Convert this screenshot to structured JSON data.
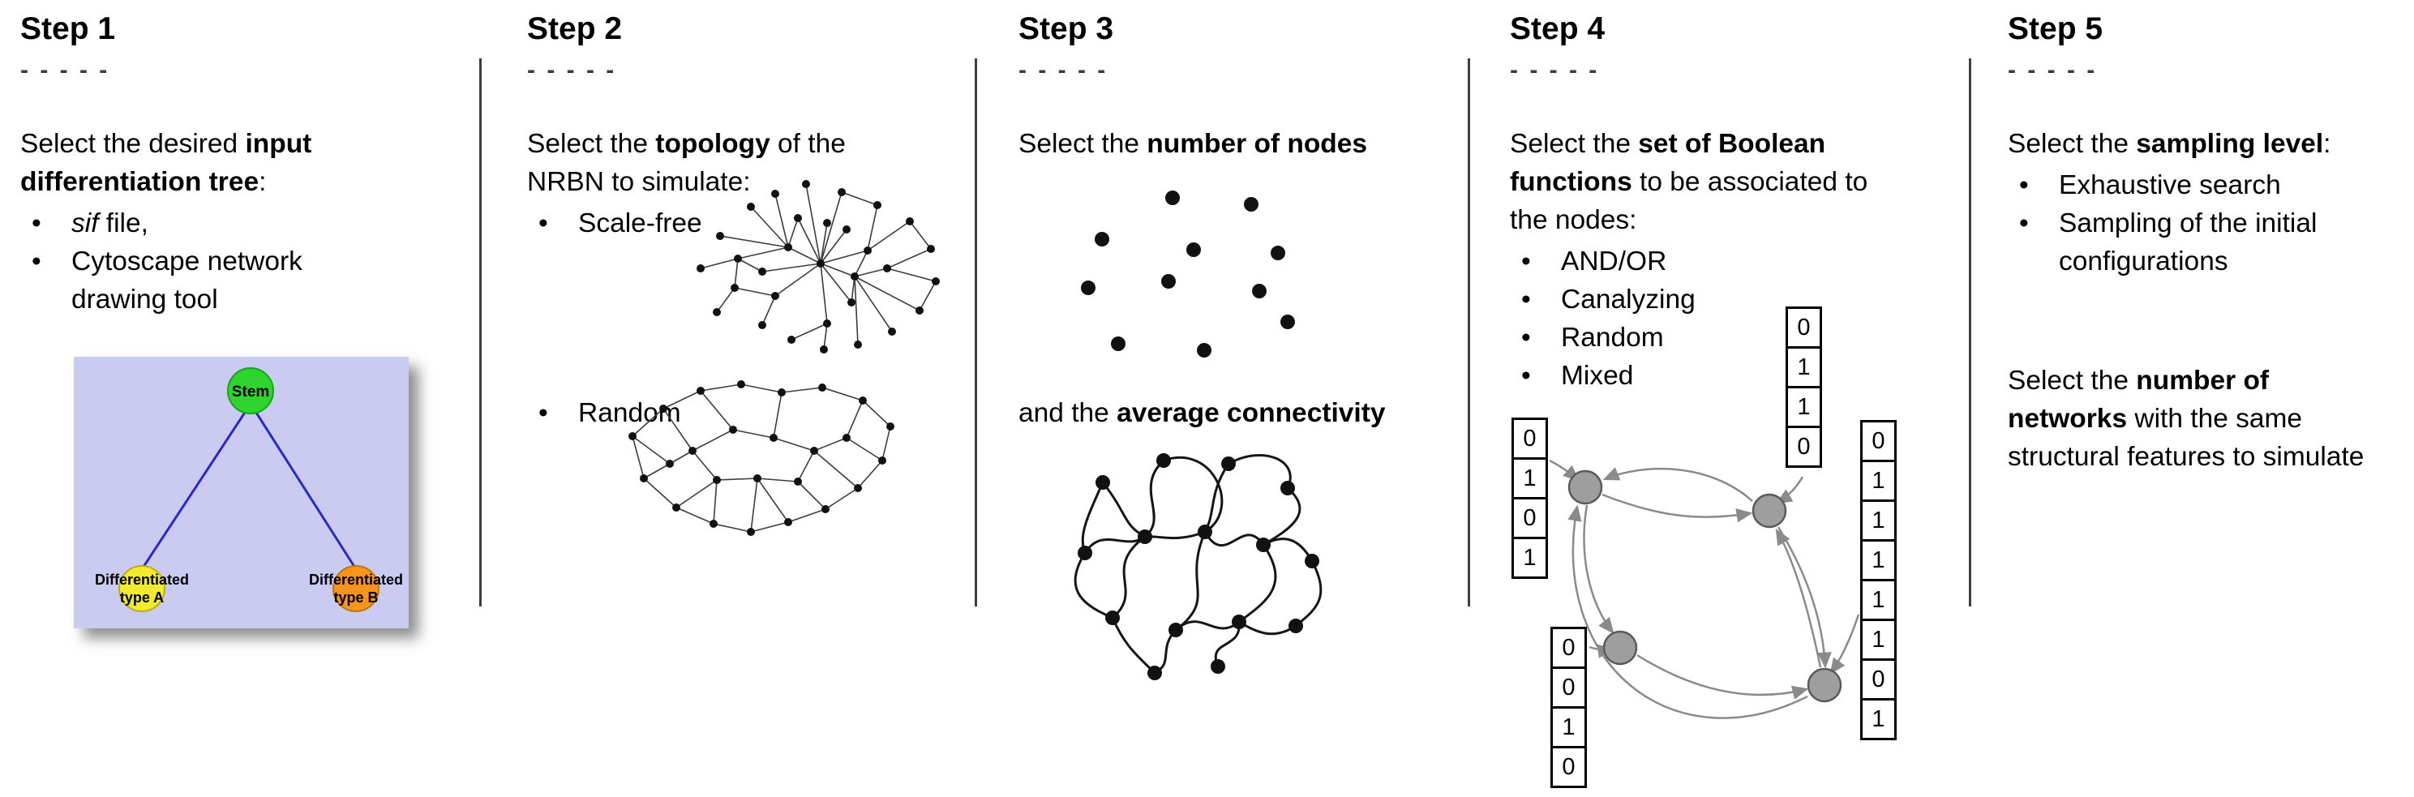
{
  "figure": {
    "steps": [
      {
        "title": "Step 1",
        "dashes": "- - - - -",
        "intro": [
          "Select the desired ",
          "input",
          "differentiation tree",
          ":"
        ],
        "bullet1": [
          "sif",
          " file,"
        ],
        "bullet2": [
          "Cytoscape network",
          "drawing tool"
        ],
        "tree": {
          "stem": "Stem",
          "a1": "Differentiated",
          "a2": "type A",
          "b1": "Differentiated",
          "b2": "type B"
        }
      },
      {
        "title": "Step 2",
        "dashes": "- - - - -",
        "intro": [
          "Select the ",
          "topology",
          " of the",
          "NRBN to simulate:"
        ],
        "bullet1": "Scale-free",
        "bullet2": "Random"
      },
      {
        "title": "Step 3",
        "dashes": "- - - - -",
        "line1": [
          "Select the ",
          "number of nodes"
        ],
        "line2": [
          "and the ",
          "average connectivity"
        ]
      },
      {
        "title": "Step 4",
        "dashes": "- - - - -",
        "intro": [
          "Select the ",
          "set of Boolean",
          "functions",
          " to be associated to",
          "the nodes:"
        ],
        "bullets": [
          "AND/OR",
          "Canalyzing",
          "Random",
          "Mixed"
        ],
        "tables": {
          "left": [
            "0",
            "1",
            "0",
            "1"
          ],
          "top": [
            "0",
            "1",
            "1",
            "0"
          ],
          "bottom_left": [
            "0",
            "0",
            "1",
            "0"
          ],
          "right": [
            "0",
            "1",
            "1",
            "1",
            "1",
            "1",
            "0",
            "1"
          ]
        }
      },
      {
        "title": "Step 5",
        "dashes": "- - - - -",
        "intro": [
          "Select the ",
          "sampling level",
          ":"
        ],
        "bullet1": "Exhaustive search",
        "bullet2": [
          "Sampling of the initial",
          "configurations"
        ],
        "second": [
          "Select the ",
          "number of",
          "networks",
          " with the same",
          "structural features to simulate"
        ]
      }
    ],
    "colors": {
      "stem_green": "#2ED52E",
      "type_a_yellow": "#F2EA2E",
      "type_b_orange": "#F7941E",
      "tree_background": "#CBCBF2",
      "tree_edge_blue": "#2929C8",
      "boolean_node_gray": "#9E9E9E",
      "arrow_gray": "#8A8A8A"
    }
  }
}
